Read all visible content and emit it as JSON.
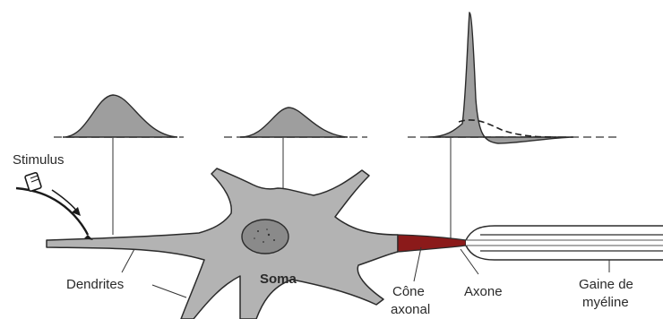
{
  "labels": {
    "stimulus": "Stimulus",
    "dendrites": "Dendrites",
    "soma": "Soma",
    "axon_hillock_line1": "Cône",
    "axon_hillock_line2": "axonal",
    "axon": "Axone",
    "myelin_line1": "Gaine de",
    "myelin_line2": "myéline"
  },
  "colors": {
    "cell_body": "#b3b3b3",
    "waveform_fill": "#9e9e9e",
    "axon_hillock": "#8b1a1a",
    "outline": "#2b2b2b",
    "baseline": "#555555"
  },
  "icons": {
    "electrode": "stimulating-electrode-icon"
  }
}
